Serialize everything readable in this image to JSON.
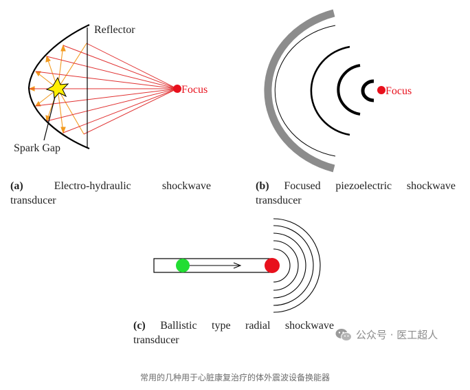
{
  "panel_a": {
    "reflector_label": "Reflector",
    "focus_label": "Focus",
    "spark_label": "Spark Gap",
    "caption_tag": "(a)",
    "caption_line1": [
      "Electro-hydraulic",
      "shockwave"
    ],
    "caption_line2": "transducer"
  },
  "panel_b": {
    "focus_label": "Focus",
    "caption_tag": "(b)",
    "caption_line1": [
      "Focused",
      "piezoelectric",
      "shockwave"
    ],
    "caption_line2": "transducer"
  },
  "panel_c": {
    "caption_tag": "(c)",
    "caption_line1": [
      "Ballistic",
      "type",
      "radial",
      "shockwave"
    ],
    "caption_line2": "transducer"
  },
  "watermark": {
    "text": "公众号 · 医工超人",
    "icon": "wechat-icon"
  },
  "footer": {
    "text": "常用的几种用于心脏康复治疗的体外震波设备换能器"
  },
  "colors": {
    "focus": "#e8101c",
    "rays": "#e03030",
    "reflect": "#f29a1f",
    "spark": "#ffee00",
    "green_dot": "#22dd33",
    "piezo_gray": "#8c8c8c"
  }
}
